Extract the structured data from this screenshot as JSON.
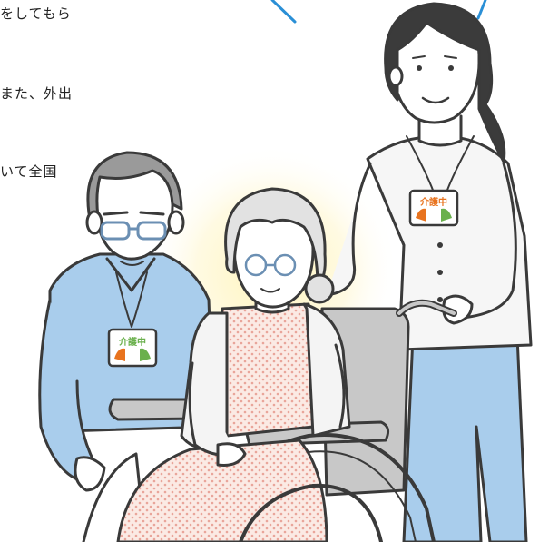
{
  "text_lines": [
    "をしてもら",
    "また、外出",
    "いて全国"
  ],
  "badges": [
    {
      "text": "介護中"
    },
    {
      "text": "介護中"
    }
  ],
  "colors": {
    "background": "#ffffff",
    "glow": "#fff4b8",
    "outline": "#3a3a3a",
    "blue_accent": "#2a8fd6",
    "shirt_blue": "#a9cdec",
    "patient_cardigan": "#f4f4f4",
    "patient_dress": "#f4d8d0",
    "caregiver_top": "#f6f6f6",
    "caregiver_pants": "#a9cdec",
    "hair_dark": "#3b3b3b",
    "hair_grey": "#9a9a9a",
    "hair_white": "#e2e2e2",
    "skin": "#ffffff",
    "wheelchair_grey": "#c8c8c8",
    "badge_green": "#6ab04c",
    "badge_orange": "#e8731e"
  }
}
